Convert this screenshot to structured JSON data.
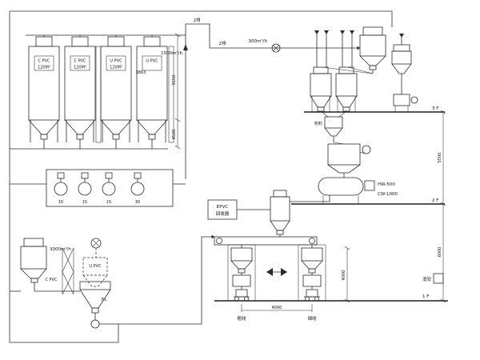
{
  "meta": {
    "title": "PVC pneumatic conveying plant flow diagram"
  },
  "silos": [
    {
      "line1": "C PVC",
      "line2": "120M³"
    },
    {
      "line1": "C PVC",
      "line2": "120M³"
    },
    {
      "line1": "U PVC",
      "line2": "120M³"
    },
    {
      "line1": "U PVC",
      "line2": ""
    }
  ],
  "dimensions": {
    "silo_body_height": "9150",
    "silo_leg_height": "4500",
    "silo_pitch": "3863",
    "floor_2_to_3": "5500",
    "floor_1_to_2": "6000",
    "packing_span": "4000",
    "packing_height": "4000"
  },
  "flows": {
    "main_line": "1500m³/h",
    "booster_line": "300m³/h",
    "station_line": "3000m³/h",
    "rows_a": "2排",
    "rows_b": "2排"
  },
  "blowers": {
    "b1": "15",
    "b2": "15",
    "b3": "15",
    "b4": "30"
  },
  "floors": {
    "f3": "3 F",
    "f2": "2 F",
    "f1": "1 F"
  },
  "equipment": {
    "hot_mixer": "HW-500",
    "cool_mixer": "CW-1000",
    "recovery_line1": "EPVC",
    "recovery_line2": "回收器",
    "weigh_hopper": "粉料",
    "floor_level": "F.L",
    "fire_box": "消安",
    "station_c": "C PVC",
    "station_u_dashed": "U PVC"
  },
  "packing": {
    "left_line": "粗线",
    "right_line": "细线"
  }
}
